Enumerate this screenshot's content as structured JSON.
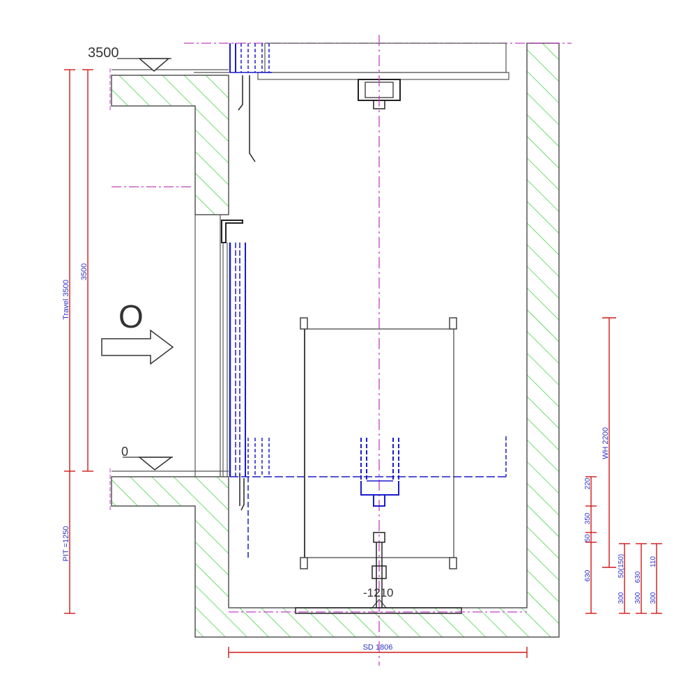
{
  "levels": {
    "top": "3500",
    "bottom": "0",
    "pit_floor": "-1210"
  },
  "entrance_marker": "O",
  "dimensions": {
    "travel": "Travel 3500",
    "travel_inner": "3500",
    "pit": "PIT =1250",
    "shaft_depth": "SD 1806",
    "wh": "WH 2200",
    "d220": "220",
    "d350": "350",
    "d50": "50",
    "d630": "630",
    "d300a": "300",
    "d50_150": "50(150)",
    "d630b": "630",
    "d300b": "300",
    "d110": "110",
    "d300c": "300"
  },
  "colors": {
    "wall_outline": "#555555",
    "hatch": "#33cc33",
    "dimension": "#d01818",
    "center_line": "#c040c0",
    "rail_blue": "#1a1acc",
    "frame": "#444444"
  }
}
